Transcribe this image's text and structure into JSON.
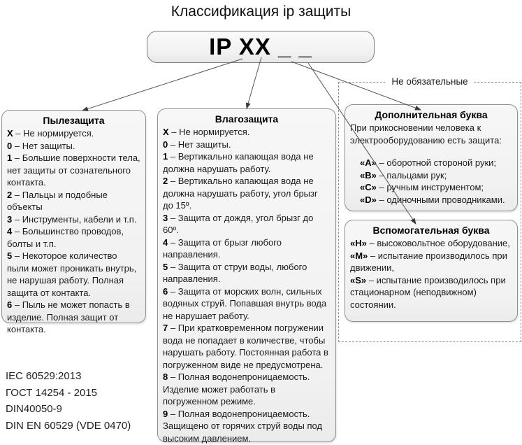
{
  "title": "Классификация ip защиты",
  "ip_code": {
    "label": "IP XX _ _"
  },
  "separator": "–",
  "dust": {
    "title": "Пылезащита",
    "items": [
      {
        "key": "X",
        "text": "Не нормируется."
      },
      {
        "key": "0",
        "text": "Нет защиты."
      },
      {
        "key": "1",
        "text": "Большие поверхности тела, нет защиты от сознательного контакта."
      },
      {
        "key": "2",
        "text": "Пальцы и подобные объекты"
      },
      {
        "key": "3",
        "text": "Инструменты, кабели и т.п."
      },
      {
        "key": "4",
        "text": "Большинство проводов, болты и т.п."
      },
      {
        "key": "5",
        "text": "Некоторое количество пыли может проникать внутрь, не нарушая работу. Полная защита от контакта."
      },
      {
        "key": "6",
        "text": "Пыль не может попасть в изделие. Полная защит от контакта."
      }
    ]
  },
  "water": {
    "title": "Влагозащита",
    "items": [
      {
        "key": "X",
        "text": "Не нормируется."
      },
      {
        "key": "0",
        "text": "Нет защиты."
      },
      {
        "key": "1",
        "text": "Вертикально капающая вода не должна нарушать работу."
      },
      {
        "key": "2",
        "text": "Вертикально капающая вода не должна нарушать работу, угол брызг до 15º."
      },
      {
        "key": "3",
        "text": "Защита от дождя, угол брызг до 60º."
      },
      {
        "key": "4",
        "text": "Защита от брызг любого направления."
      },
      {
        "key": "5",
        "text": "Защита от струи воды, любого направления."
      },
      {
        "key": "6",
        "text": "Защита от морских волн, сильных водяных струй. Попавшая внутрь вода не нарушает работу."
      },
      {
        "key": "7",
        "text": "При кратковременном погружении вода не попадает в количестве, чтобы нарушать работу. Постоянная работа в погруженном виде не предусмотрена."
      },
      {
        "key": "8",
        "text": "Полная водонепроницаемость. Изделие может работать в погруженном режиме."
      },
      {
        "key": "9",
        "text": "Полная водонепроницаемость. Защищено от горячих струй воды под высоким давлением."
      }
    ]
  },
  "optional_group": {
    "label": "Не обязательные",
    "additional": {
      "title": "Дополнительная буква",
      "intro": "При прикосновении человека к электрооборудованию есть защита:",
      "items": [
        {
          "key": "«A»",
          "text": "оборотной стороной руки;"
        },
        {
          "key": "«B»",
          "text": "пальцами рук;"
        },
        {
          "key": "«C»",
          "text": "ручным инструментом;"
        },
        {
          "key": "«D»",
          "text": "одиночными проводниками."
        }
      ]
    },
    "auxiliary": {
      "title": "Вспомогательная буква",
      "items": [
        {
          "key": "«H»",
          "text": "высоковольтное оборудование,"
        },
        {
          "key": "«M»",
          "text": "испытание производилось при движении,"
        },
        {
          "key": "«S»",
          "text": "испытание производилось при стационарном (неподвижном) состоянии."
        }
      ]
    }
  },
  "standards": [
    "IEC 60529:2013",
    "ГОСТ 14254 - 2015",
    "DIN40050-9",
    "DIN EN 60529 (VDE 0470)"
  ],
  "colors": {
    "box_fill": "#f2f2f2",
    "box_border": "#8f8f8f",
    "arrow": "#555555",
    "text": "#1a1a1a"
  }
}
